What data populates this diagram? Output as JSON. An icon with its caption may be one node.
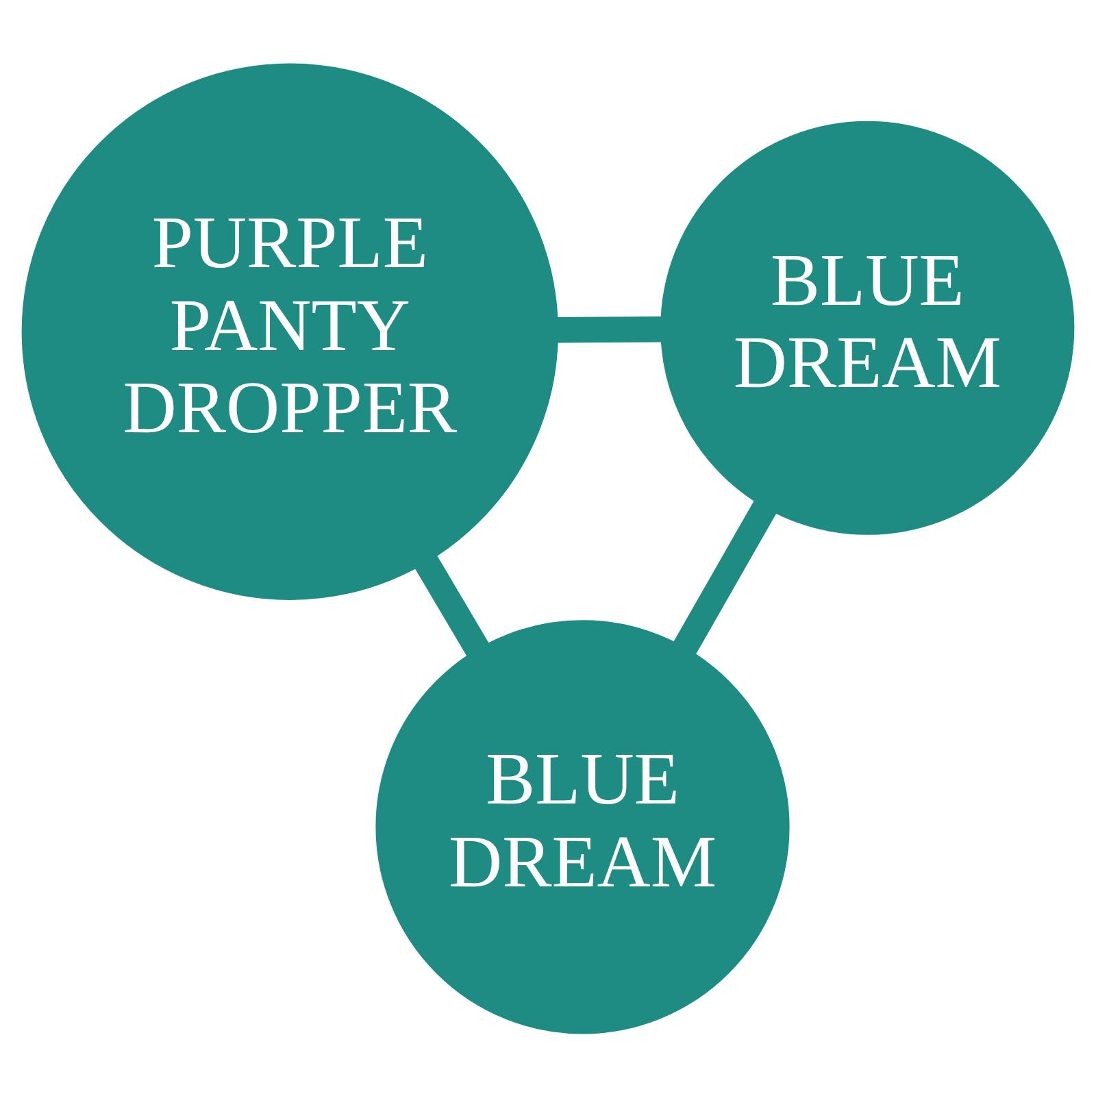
{
  "diagram": {
    "nodes": [
      {
        "text": [
          "PURPLE PANTY DROPPER"
        ]
      },
      {
        "text": [
          "BLUE DREAM"
        ]
      },
      {
        "text": [
          "BLUE DREAM"
        ]
      }
    ],
    "edges": [
      {
        "from": 1,
        "to": 0,
        "arrow": "none"
      },
      {
        "from": 0,
        "to": 2,
        "arrow": "none"
      },
      {
        "from": 1,
        "to": 2,
        "arrow": "none"
      }
    ]
  }
}
